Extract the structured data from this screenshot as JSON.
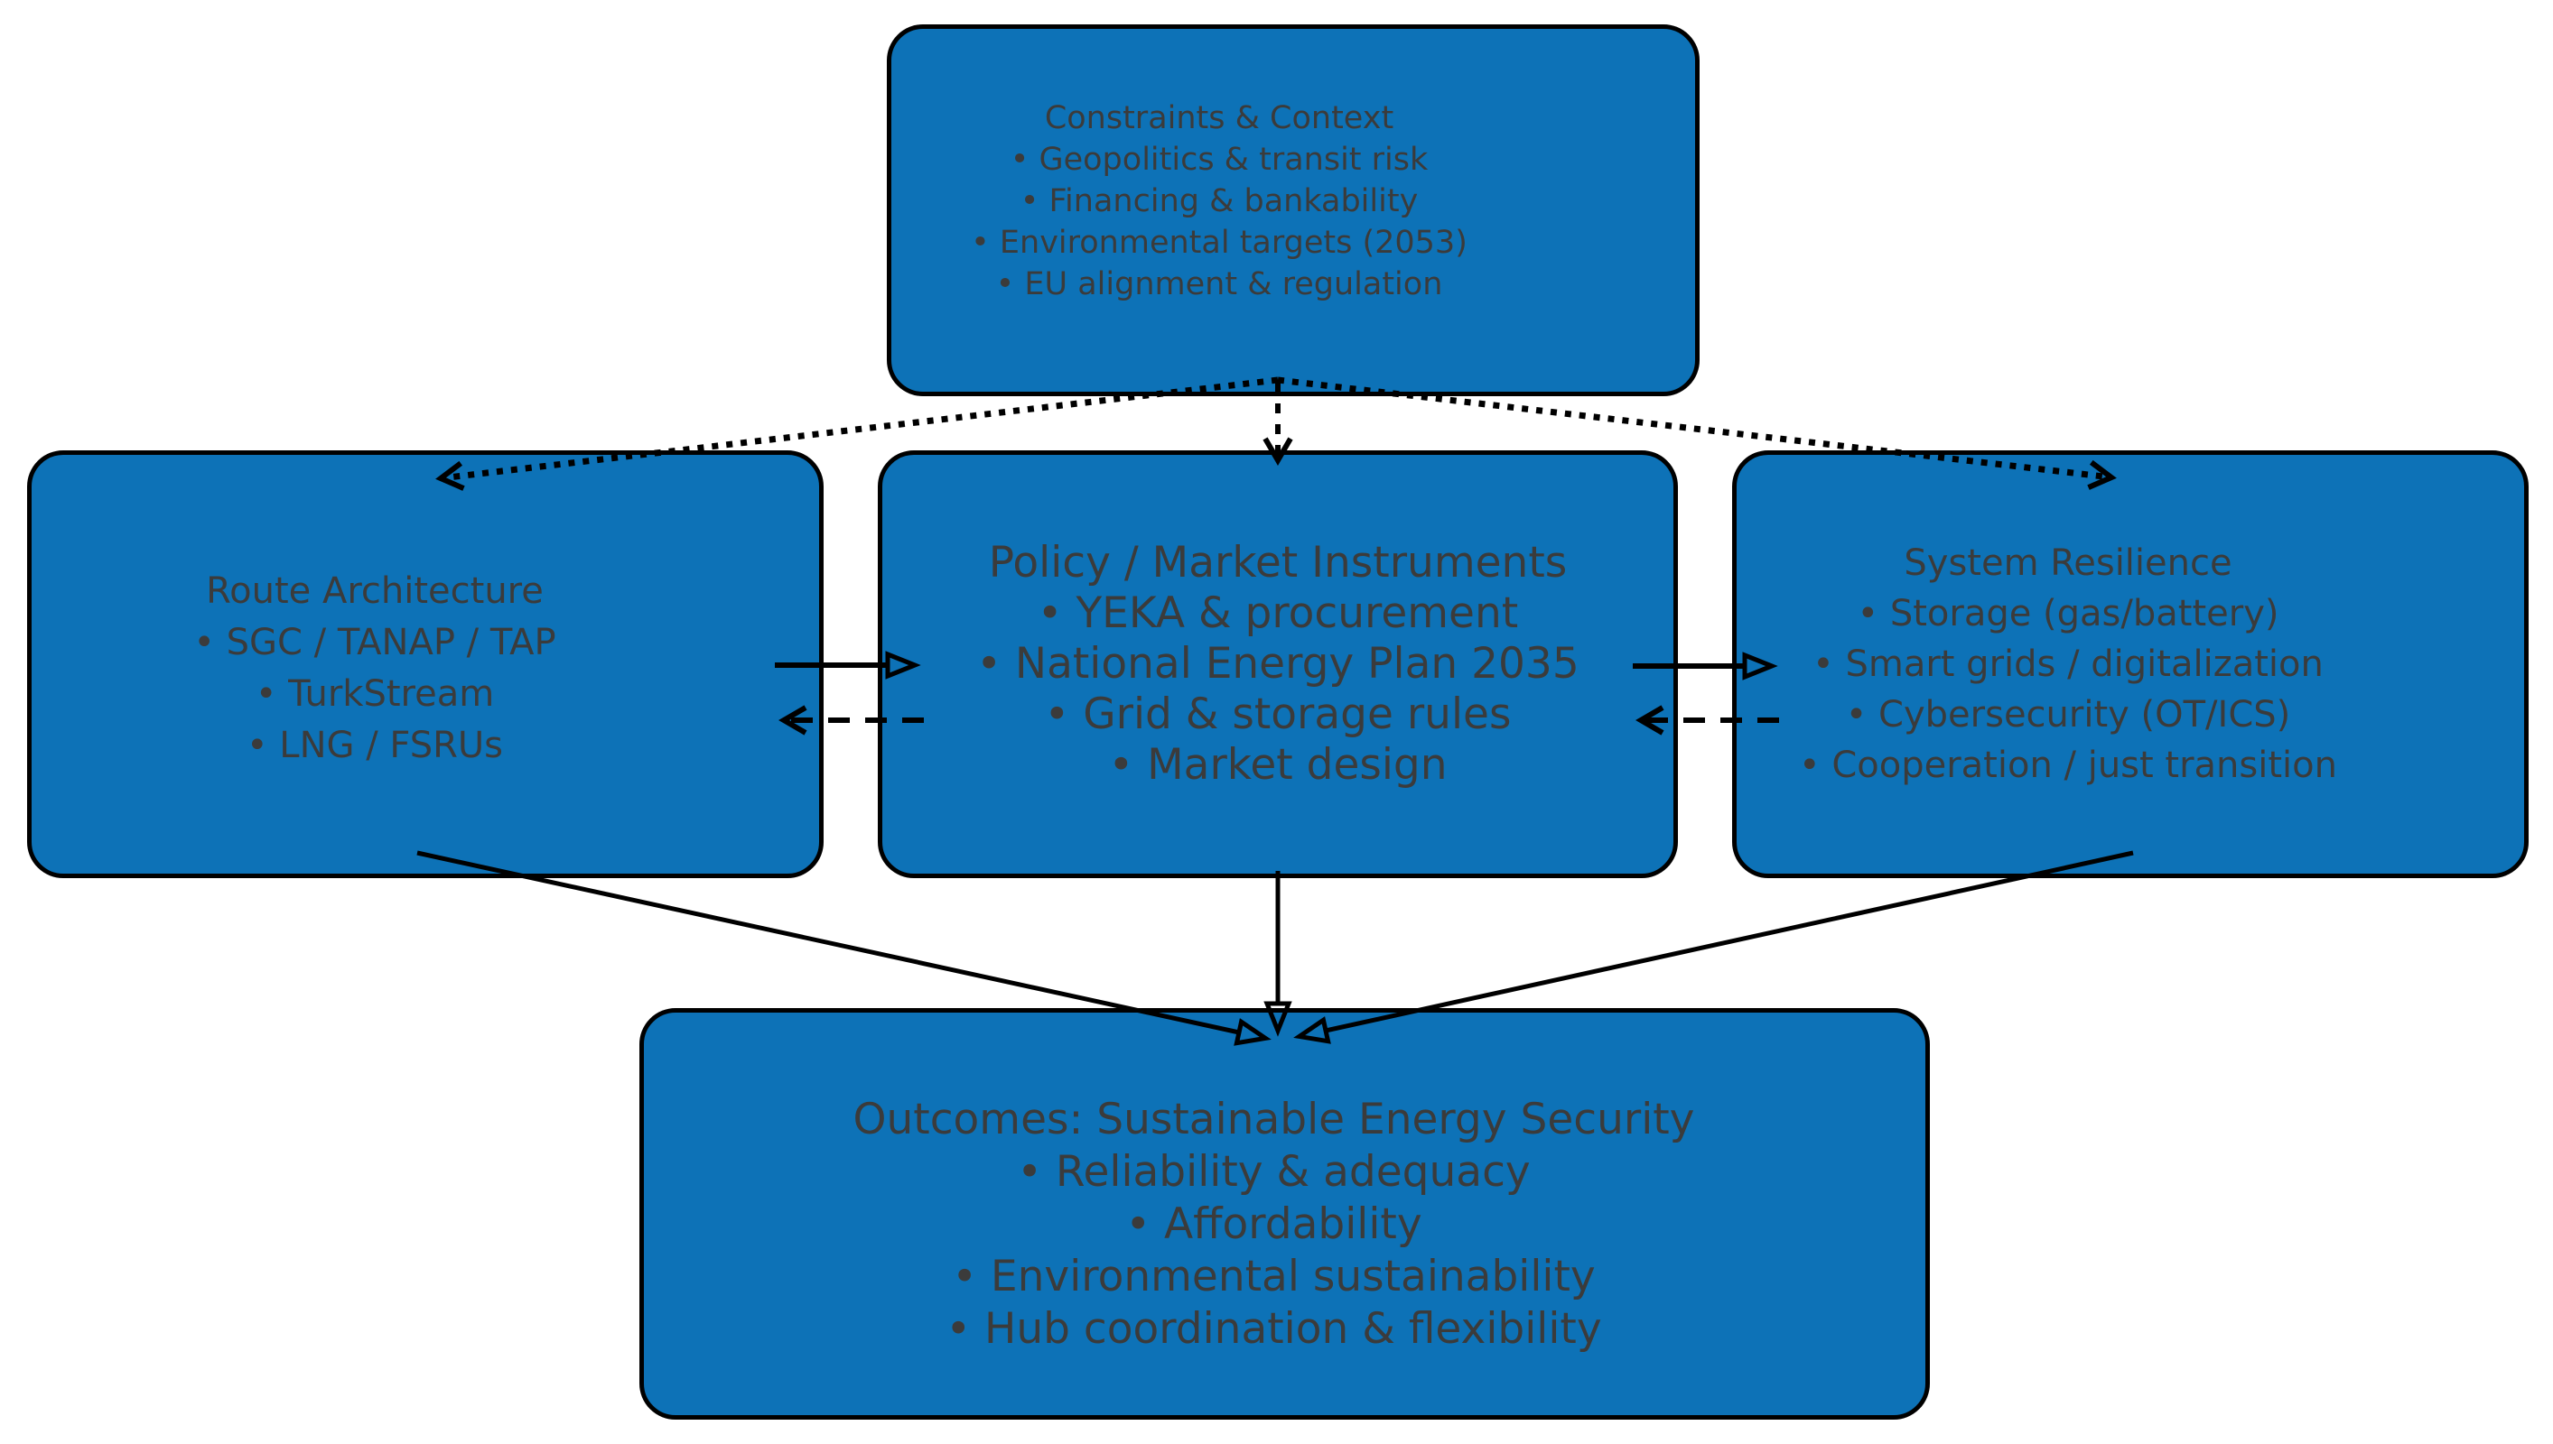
{
  "diagram": {
    "boxes": {
      "constraints": {
        "title": "Constraints & Context",
        "bullets": [
          "• Geopolitics & transit risk",
          "• Financing & bankability",
          "• Environmental targets (2053)",
          "• EU alignment & regulation"
        ]
      },
      "route": {
        "title": "Route Architecture",
        "bullets": [
          "• SGC / TANAP / TAP",
          "• TurkStream",
          "• LNG / FSRUs"
        ]
      },
      "policy": {
        "title": "Policy / Market Instruments",
        "bullets": [
          "• YEKA & procurement",
          "• National Energy Plan 2035",
          "• Grid & storage rules",
          "• Market design"
        ]
      },
      "resilience": {
        "title": "System Resilience",
        "bullets": [
          "• Storage (gas/battery)",
          "• Smart grids / digitalization",
          "• Cybersecurity (OT/ICS)",
          "• Cooperation / just transition"
        ]
      },
      "outcomes": {
        "title": "Outcomes: Sustainable Energy Security",
        "bullets": [
          "• Reliability & adequacy",
          "• Affordability",
          "• Environmental sustainability",
          "• Hub coordination & flexibility"
        ]
      }
    }
  },
  "colors": {
    "box_fill": "#0d72b7",
    "box_border": "#000000",
    "text": "#3b3b3b",
    "arrow": "#000000",
    "background": "#ffffff"
  }
}
